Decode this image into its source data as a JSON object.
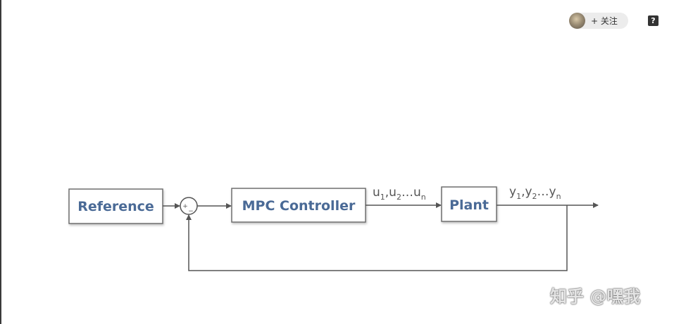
{
  "header": {
    "follow_label": "+ 关注",
    "help_icon": "question-mark-icon",
    "help_glyph": "?"
  },
  "diagram": {
    "reference_label": "Reference",
    "controller_label": "MPC Controller",
    "plant_label": "Plant",
    "sum_plus": "+",
    "sum_minus": "−",
    "control_signal": {
      "parts": [
        {
          "main": "u",
          "sub": "1"
        },
        {
          "main": ",u",
          "sub": "2"
        },
        {
          "main": "…u",
          "sub": "n"
        }
      ]
    },
    "output_signal": {
      "parts": [
        {
          "main": "y",
          "sub": "1"
        },
        {
          "main": ",y",
          "sub": "2"
        },
        {
          "main": "…y",
          "sub": "n"
        }
      ]
    },
    "colors": {
      "box_border": "#6e6e6e",
      "box_fill": "#ffffff",
      "label": "#4a6a96",
      "line": "#555555"
    }
  },
  "watermark": {
    "text": "知乎 @嘿我"
  }
}
